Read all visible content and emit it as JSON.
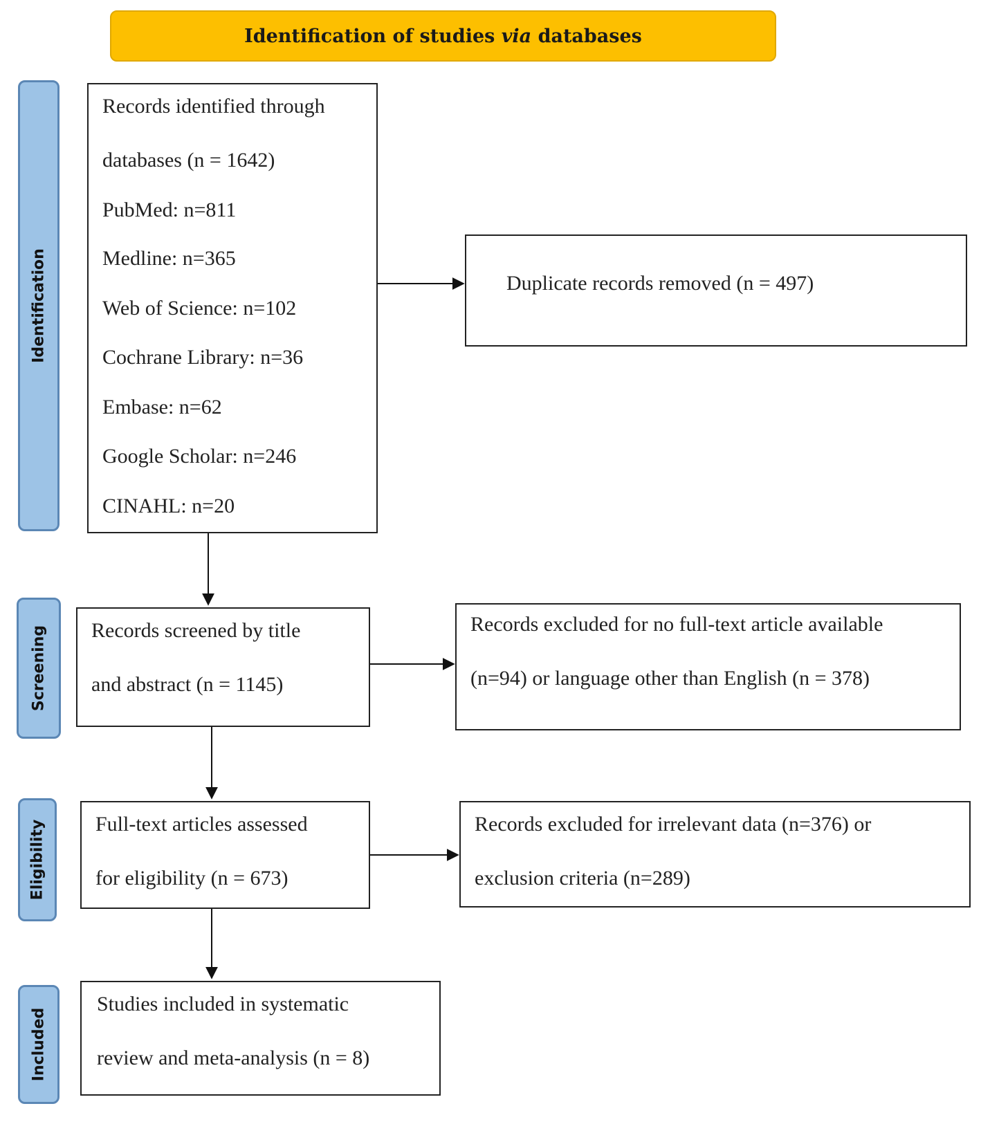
{
  "header": {
    "title_part1": "Identification of studies ",
    "title_italic": "via",
    "title_part2": " databases"
  },
  "stages": {
    "identification": "Identification",
    "screening": "Screening",
    "eligibility": "Eligibility",
    "included": "Included"
  },
  "identification_box": {
    "lines": [
      "Records identified through",
      "databases (n = 1642)",
      "PubMed: n=811",
      "Medline: n=365",
      "Web of Science: n=102",
      "Cochrane Library: n=36",
      "Embase: n=62",
      "Google Scholar: n=246",
      "CINAHL: n=20"
    ]
  },
  "duplicates_box": {
    "lines": [
      "Duplicate records removed (n = 497)"
    ]
  },
  "screening_box": {
    "lines": [
      "Records screened by title",
      "and abstract (n = 1145)"
    ]
  },
  "screening_excluded_box": {
    "lines": [
      "Records excluded for no full-text article available",
      "(n=94) or language other than English (n = 378)"
    ]
  },
  "eligibility_box": {
    "lines": [
      "Full-text articles assessed",
      "for eligibility (n = 673)"
    ]
  },
  "eligibility_excluded_box": {
    "lines": [
      "Records excluded for irrelevant data (n=376) or",
      "exclusion criteria (n=289)"
    ]
  },
  "included_box": {
    "lines": [
      "Studies included in systematic",
      "review and meta-analysis (n = 8)"
    ]
  }
}
